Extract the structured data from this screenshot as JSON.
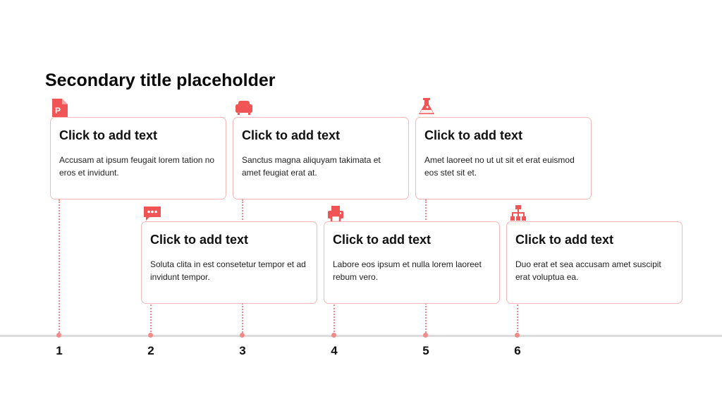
{
  "title": "Secondary title placeholder",
  "accent_color": "#f05454",
  "items": [
    {
      "number": "1",
      "heading": "Click to add text",
      "body": "Accusam at ipsum feugait lorem tation no eros et invidunt.",
      "icon": "presentation-file-icon"
    },
    {
      "number": "2",
      "heading": "Click to add text",
      "body": "Soluta clita in est consetetur tempor et ad invidunt tempor.",
      "icon": "chat-bubble-icon"
    },
    {
      "number": "3",
      "heading": "Click to add text",
      "body": "Sanctus magna aliquyam takimata et amet feugiat erat at.",
      "icon": "sofa-icon"
    },
    {
      "number": "4",
      "heading": "Click to add text",
      "body": "Labore eos ipsum et nulla lorem laoreet rebum vero.",
      "icon": "printer-icon"
    },
    {
      "number": "5",
      "heading": "Click to add text",
      "body": "Amet laoreet no ut ut sit et erat euismod eos stet sit et.",
      "icon": "flask-icon"
    },
    {
      "number": "6",
      "heading": "Click to add text",
      "body": "Duo erat et sea accusam amet suscipit erat voluptua ea.",
      "icon": "hierarchy-icon"
    }
  ]
}
